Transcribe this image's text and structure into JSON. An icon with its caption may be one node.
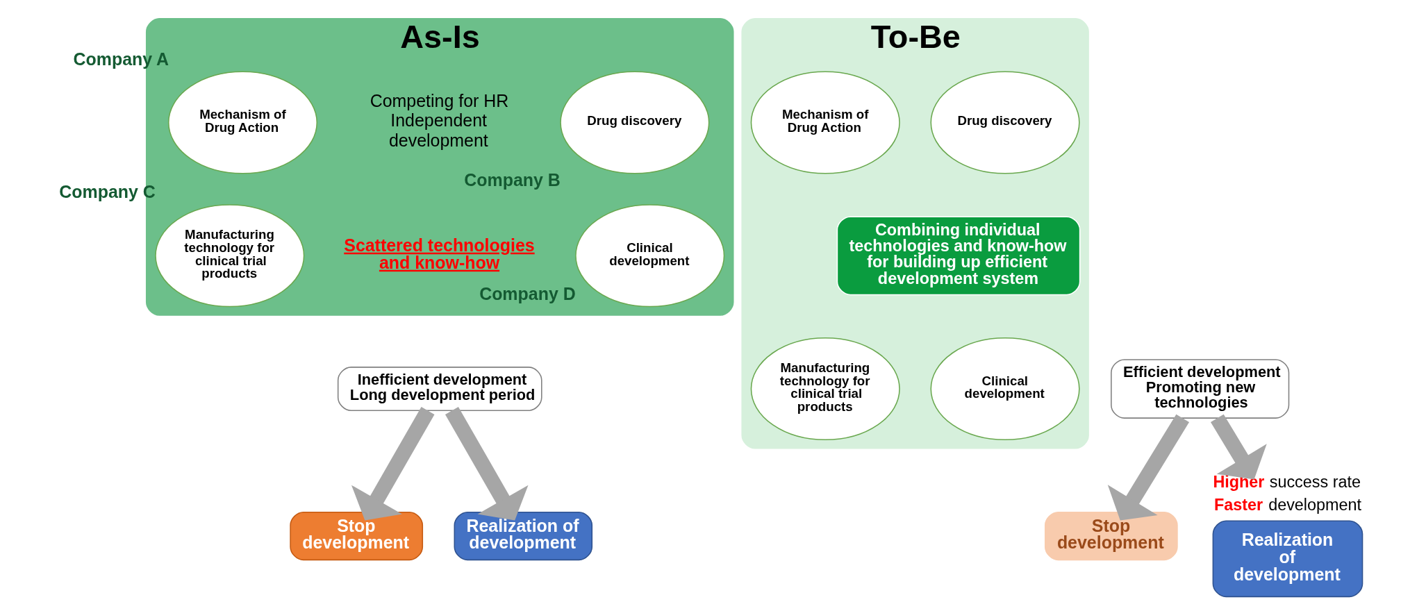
{
  "diagram": {
    "nodes": [
      {
        "text": [
          "As-Is"
        ]
      },
      {
        "text": [
          "Mechanism of Drug Action"
        ],
        "in": 0,
        "beside": [
          "Company A"
        ]
      },
      {
        "text": [
          "Drug discovery"
        ],
        "in": 0,
        "beside": [
          "Company B"
        ]
      },
      {
        "text": [
          "Manufacturing technology for clinical trial products"
        ],
        "in": 0,
        "beside": [
          "Company C"
        ]
      },
      {
        "text": [
          "Clinical development"
        ],
        "in": 0,
        "beside": [
          "Company D"
        ]
      },
      {
        "text": [
          "Inefficient development Long development period"
        ]
      },
      {
        "text": [
          "Stop development"
        ]
      },
      {
        "text": [
          "Realization of development"
        ]
      },
      {
        "text": [
          "To-Be"
        ]
      },
      {
        "text": [
          "Combining individual technologies and know-how for building up efficient development system"
        ],
        "in": 8
      },
      {
        "text": [
          "Mechanism of Drug Action"
        ],
        "in": 8
      },
      {
        "text": [
          "Drug discovery"
        ],
        "in": 8
      },
      {
        "text": [
          "Manufacturing technology for clinical trial products"
        ],
        "in": 8
      },
      {
        "text": [
          "Clinical development"
        ],
        "in": 8
      },
      {
        "text": [
          "Efficient development Promoting new technologies"
        ]
      },
      {
        "text": [
          "Stop development"
        ]
      },
      {
        "text": [
          "Realization of development"
        ],
        "beside": [
          "**Higher** success rate",
          "**Faster** development"
        ]
      }
    ],
    "edges": [
      {
        "from": 5,
        "to": 6,
        "arrow": "to"
      },
      {
        "from": 5,
        "to": 7,
        "arrow": "to"
      },
      {
        "from": 14,
        "to": 15,
        "arrow": "to"
      },
      {
        "from": 14,
        "to": 16,
        "arrow": "to"
      }
    ],
    "labels": [
      "Competing for HR Independent development",
      "Scattered technologies and know-how"
    ]
  }
}
